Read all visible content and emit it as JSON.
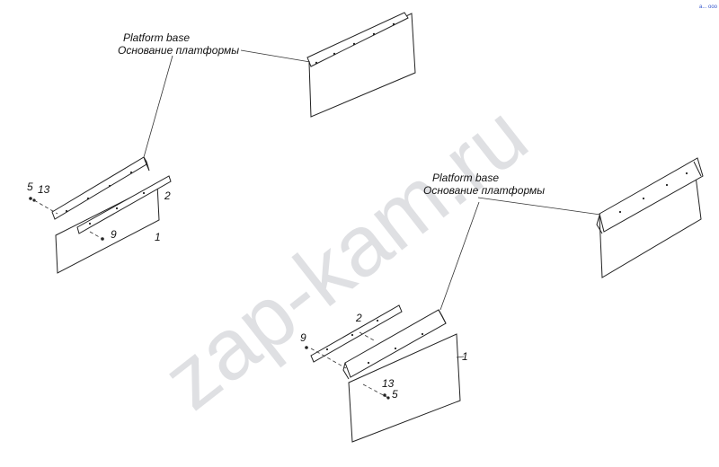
{
  "watermark": "zap-kam.ru",
  "corner_mark": "a... ooo",
  "assembly_left": {
    "label_en": "Platform base",
    "label_ru": "Основание платформы",
    "callouts": {
      "c5": "5",
      "c13": "13",
      "c2": "2",
      "c9": "9",
      "c1": "1"
    }
  },
  "assembly_right": {
    "label_en": "Platform base",
    "label_ru": "Основание платформы",
    "callouts": {
      "c9": "9",
      "c2": "2",
      "c1": "1",
      "c13": "13",
      "c5": "5"
    }
  }
}
